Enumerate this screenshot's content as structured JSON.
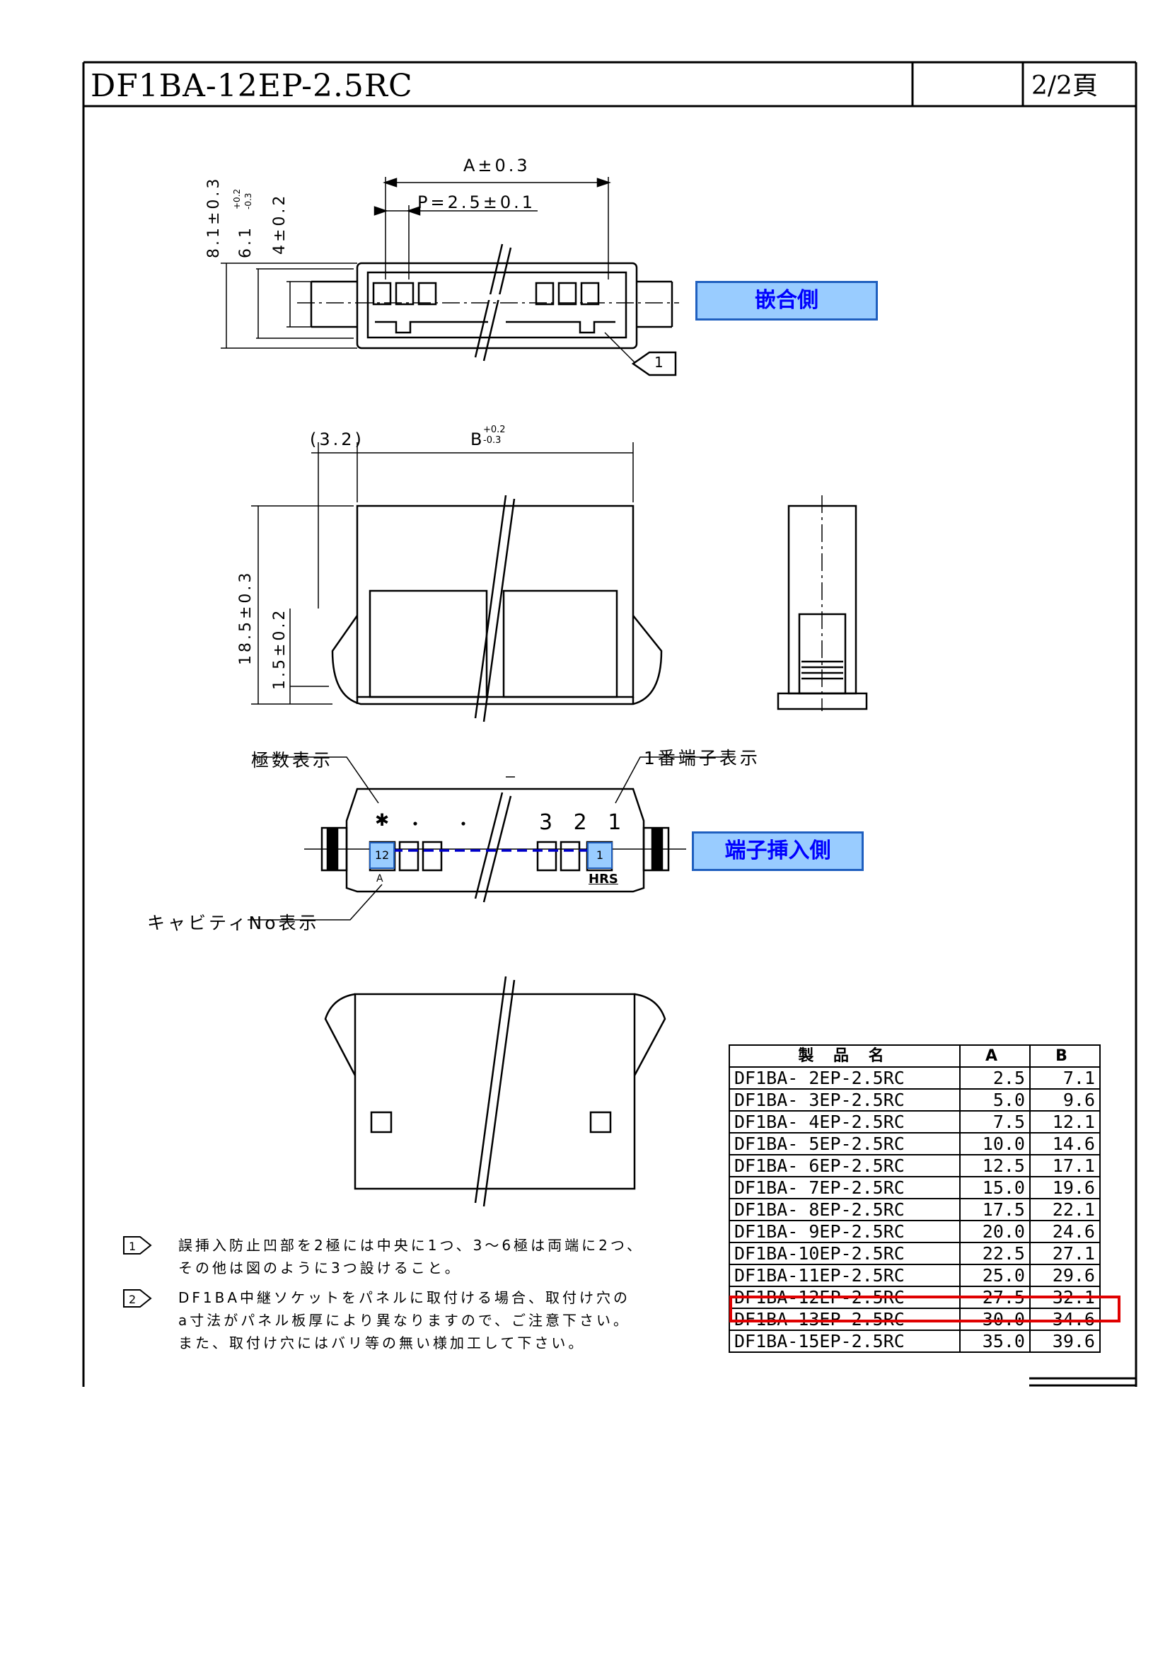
{
  "header": {
    "title": "DF1BA-12EP-2.5RC",
    "page": "2/2頁"
  },
  "labels": {
    "mating_side": "嵌合側",
    "terminal_side": "端子挿入側",
    "pole_mark": "極数表示",
    "pin1_mark": "1番端子表示",
    "cavity_no": "キャビティNo表示",
    "pin_numbers": "3 2 1",
    "cavity_12": "12",
    "cavity_1": "1",
    "cavity_a": "A",
    "hrs": "HRS",
    "star": "✱",
    "dots": "・　・"
  },
  "dimensions": {
    "a": "A±0.3",
    "p": "P=2.5±0.1",
    "h81": "8.1±0.3",
    "h61": "6.1",
    "h61_tol_plus": "+0.2",
    "h61_tol_minus": "-0.3",
    "h4": "4±0.2",
    "w32": "(3.2)",
    "b": "B",
    "b_tol_plus": "+0.2",
    "b_tol_minus": "-0.3",
    "h185": "18.5±0.3",
    "h15": "1.5±0.2",
    "note1_num": "1"
  },
  "notes": [
    {
      "num": "1",
      "lines": [
        "誤挿入防止凹部を2極には中央に1つ、3～6極は両端に2つ、",
        "その他は図のように3つ設けること。"
      ]
    },
    {
      "num": "2",
      "lines": [
        "DF1BA中継ソケットをパネルに取付ける場合、取付け穴の",
        "a寸法がパネル板厚により異なりますので、ご注意下さい。",
        "また、取付け穴にはバリ等の無い様加工して下さい。"
      ]
    }
  ],
  "table": {
    "headers": [
      "製 品 名",
      "A",
      "B"
    ],
    "rows": [
      [
        "DF1BA- 2EP-2.5RC",
        "2.5",
        "7.1"
      ],
      [
        "DF1BA- 3EP-2.5RC",
        "5.0",
        "9.6"
      ],
      [
        "DF1BA- 4EP-2.5RC",
        "7.5",
        "12.1"
      ],
      [
        "DF1BA- 5EP-2.5RC",
        "10.0",
        "14.6"
      ],
      [
        "DF1BA- 6EP-2.5RC",
        "12.5",
        "17.1"
      ],
      [
        "DF1BA- 7EP-2.5RC",
        "15.0",
        "19.6"
      ],
      [
        "DF1BA- 8EP-2.5RC",
        "17.5",
        "22.1"
      ],
      [
        "DF1BA- 9EP-2.5RC",
        "20.0",
        "24.6"
      ],
      [
        "DF1BA-10EP-2.5RC",
        "22.5",
        "27.1"
      ],
      [
        "DF1BA-11EP-2.5RC",
        "25.0",
        "29.6"
      ],
      [
        "DF1BA-12EP-2.5RC",
        "27.5",
        "32.1"
      ],
      [
        "DF1BA-13EP-2.5RC",
        "30.0",
        "34.6"
      ],
      [
        "DF1BA-15EP-2.5RC",
        "35.0",
        "39.6"
      ]
    ],
    "highlight_color": "#e00000"
  },
  "colors": {
    "callout_fill": "#99ccff",
    "callout_text": "#0000ff",
    "callout_border": "#1f5fbf",
    "dash_line": "#0000cc"
  }
}
